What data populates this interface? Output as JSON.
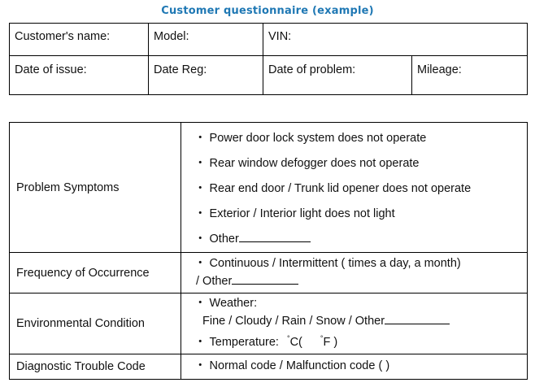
{
  "title": "Customer questionnaire (example)",
  "header": {
    "customer_name": "Customer's name:",
    "model": "Model:",
    "vin": "VIN:",
    "date_of_issue": "Date of issue:",
    "date_reg": "Date Reg:",
    "date_of_problem": "Date of problem:",
    "mileage": "Mileage:"
  },
  "sections": {
    "symptoms": {
      "label": "Problem Symptoms",
      "items": [
        "・ Power door lock system does not operate",
        "・ Rear window defogger does not operate",
        "・ Rear end door / Trunk lid opener does not operate",
        "・ Exterior / Interior light does not light",
        "・ Other"
      ]
    },
    "frequency": {
      "label": "Frequency of Occurrence",
      "line1": "・ Continuous / Intermittent (        times a day, a month)",
      "line2": "/   Other"
    },
    "environment": {
      "label": "Environmental Condition",
      "weather_label": "・ Weather:",
      "weather_options": "Fine / Cloudy / Rain / Snow / Other",
      "temperature_label": "・ Temperature:",
      "celsius": "C(",
      "fahrenheit": "F )",
      "degree_symbol": "°"
    },
    "dtc": {
      "label": "Diagnostic Trouble Code",
      "text": "・ Normal code / Malfunction code (             )"
    }
  }
}
